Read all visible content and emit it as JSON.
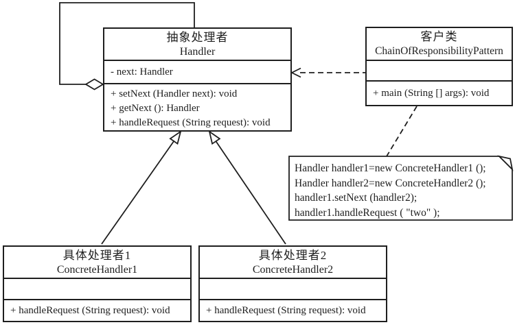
{
  "classes": {
    "handler": {
      "name_cn": "抽象处理者",
      "name_en": "Handler",
      "attributes": [
        "- next: Handler"
      ],
      "methods": [
        "+ setNext (Handler next): void",
        "+ getNext (): Handler",
        "+ handleRequest (String request): void"
      ]
    },
    "client": {
      "name_cn": "客户类",
      "name_en": "ChainOfResponsibilityPattern",
      "methods": [
        "+ main (String [] args): void"
      ]
    },
    "concrete1": {
      "name_cn": "具体处理者1",
      "name_en": "ConcreteHandler1",
      "methods": [
        "+ handleRequest (String request): void"
      ]
    },
    "concrete2": {
      "name_cn": "具体处理者2",
      "name_en": "ConcreteHandler2",
      "methods": [
        "+ handleRequest (String request): void"
      ]
    }
  },
  "note": {
    "lines": [
      "Handler handler1=new ConcreteHandler1 ();",
      "Handler handler2=new ConcreteHandler2 ();",
      "handler1.setNext (handler2);",
      "handler1.handleRequest ( \"two\" );"
    ]
  },
  "colors": {
    "ink": "#1e1e1e",
    "paper": "#ffffff"
  }
}
